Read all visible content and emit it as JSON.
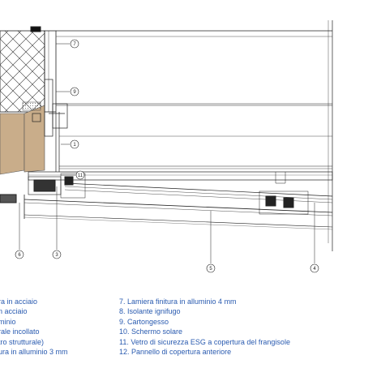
{
  "callouts": {
    "c1": "1",
    "c3": "3",
    "c4": "4",
    "c5": "5",
    "c6": "6",
    "c7": "7",
    "c9": "9",
    "c11": "11"
  },
  "legend_left": [
    "ra in acciaio",
    "n acciaio",
    "minio",
    "rale incollato",
    "tro strutturale)",
    "ura in alluminio 3 mm"
  ],
  "legend_right": [
    "7. Lamiera finitura in alluminio 4 mm",
    "8. Isolante ignifugo",
    "9. Cartongesso",
    "10. Schermo solare",
    "11. Vetro di sicurezza ESG a copertura del frangisole",
    "12. Pannello di copertura anteriore"
  ],
  "colors": {
    "legend_text": "#2a5bb0",
    "line": "#1a1a1a",
    "insulation_fill": "#c9ad8a"
  }
}
